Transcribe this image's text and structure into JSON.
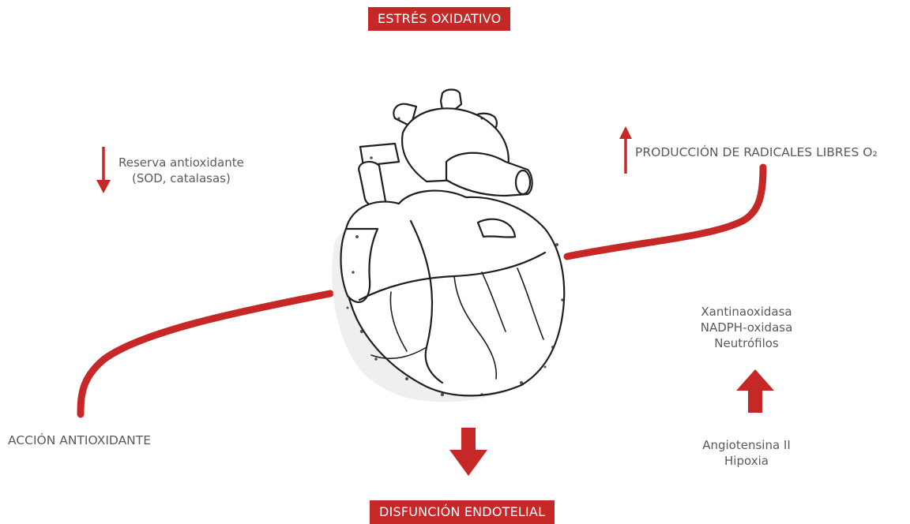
{
  "title_top": "ESTRÉS OXIDATIVO",
  "title_bottom": "DISFUNCIÓN ENDOTELIAL",
  "reserva": {
    "line1": "Reserva antioxidante",
    "line2": "(SOD, catalasas)"
  },
  "produccion": {
    "label": "PRODUCCIÓN DE RADICALES LIBRES",
    "formula": "O₂"
  },
  "accion": "ACCIÓN ANTIOXIDANTE",
  "enzimas": [
    "Xantinaoxidasa",
    "NADPH-oxidasa",
    "Neutrófilos"
  ],
  "estimulos": [
    "Angiotensina II",
    "Hipoxia"
  ],
  "colors": {
    "accent": "#c62828",
    "text": "#5a5a5a",
    "label_text": "#ffffff"
  },
  "icons": [
    "heart-illustration",
    "arrow-down-icon",
    "arrow-up-icon"
  ]
}
